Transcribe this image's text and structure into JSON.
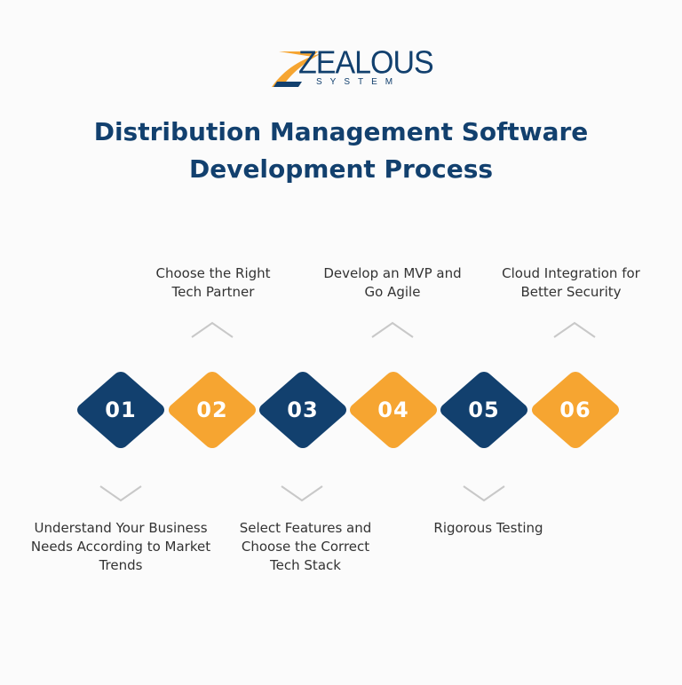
{
  "logo": {
    "word": "ZEALOUS",
    "sub": "SYSTEM",
    "color_blue": "#12406e",
    "color_orange": "#f6a531"
  },
  "title": {
    "line1": "Distribution Management Software",
    "line2": "Development Process"
  },
  "colors": {
    "blue": "#12406e",
    "orange": "#f6a531",
    "text": "#333333",
    "chevron": "#c8c8c8"
  },
  "steps": [
    {
      "number": "01",
      "color": "blue",
      "position": "below",
      "lines": [
        "Understand Your Business",
        "Needs According to Market",
        "Trends"
      ]
    },
    {
      "number": "02",
      "color": "orange",
      "position": "above",
      "lines": [
        "Choose the Right",
        "Tech Partner"
      ]
    },
    {
      "number": "03",
      "color": "blue",
      "position": "below",
      "lines": [
        "Select Features and",
        "Choose the Correct",
        "Tech Stack"
      ]
    },
    {
      "number": "04",
      "color": "orange",
      "position": "above",
      "lines": [
        "Develop an MVP and",
        "Go Agile"
      ]
    },
    {
      "number": "05",
      "color": "blue",
      "position": "below",
      "lines": [
        "Rigorous Testing"
      ]
    },
    {
      "number": "06",
      "color": "orange",
      "position": "above",
      "lines": [
        "Cloud Integration for",
        "Better Security"
      ]
    }
  ]
}
